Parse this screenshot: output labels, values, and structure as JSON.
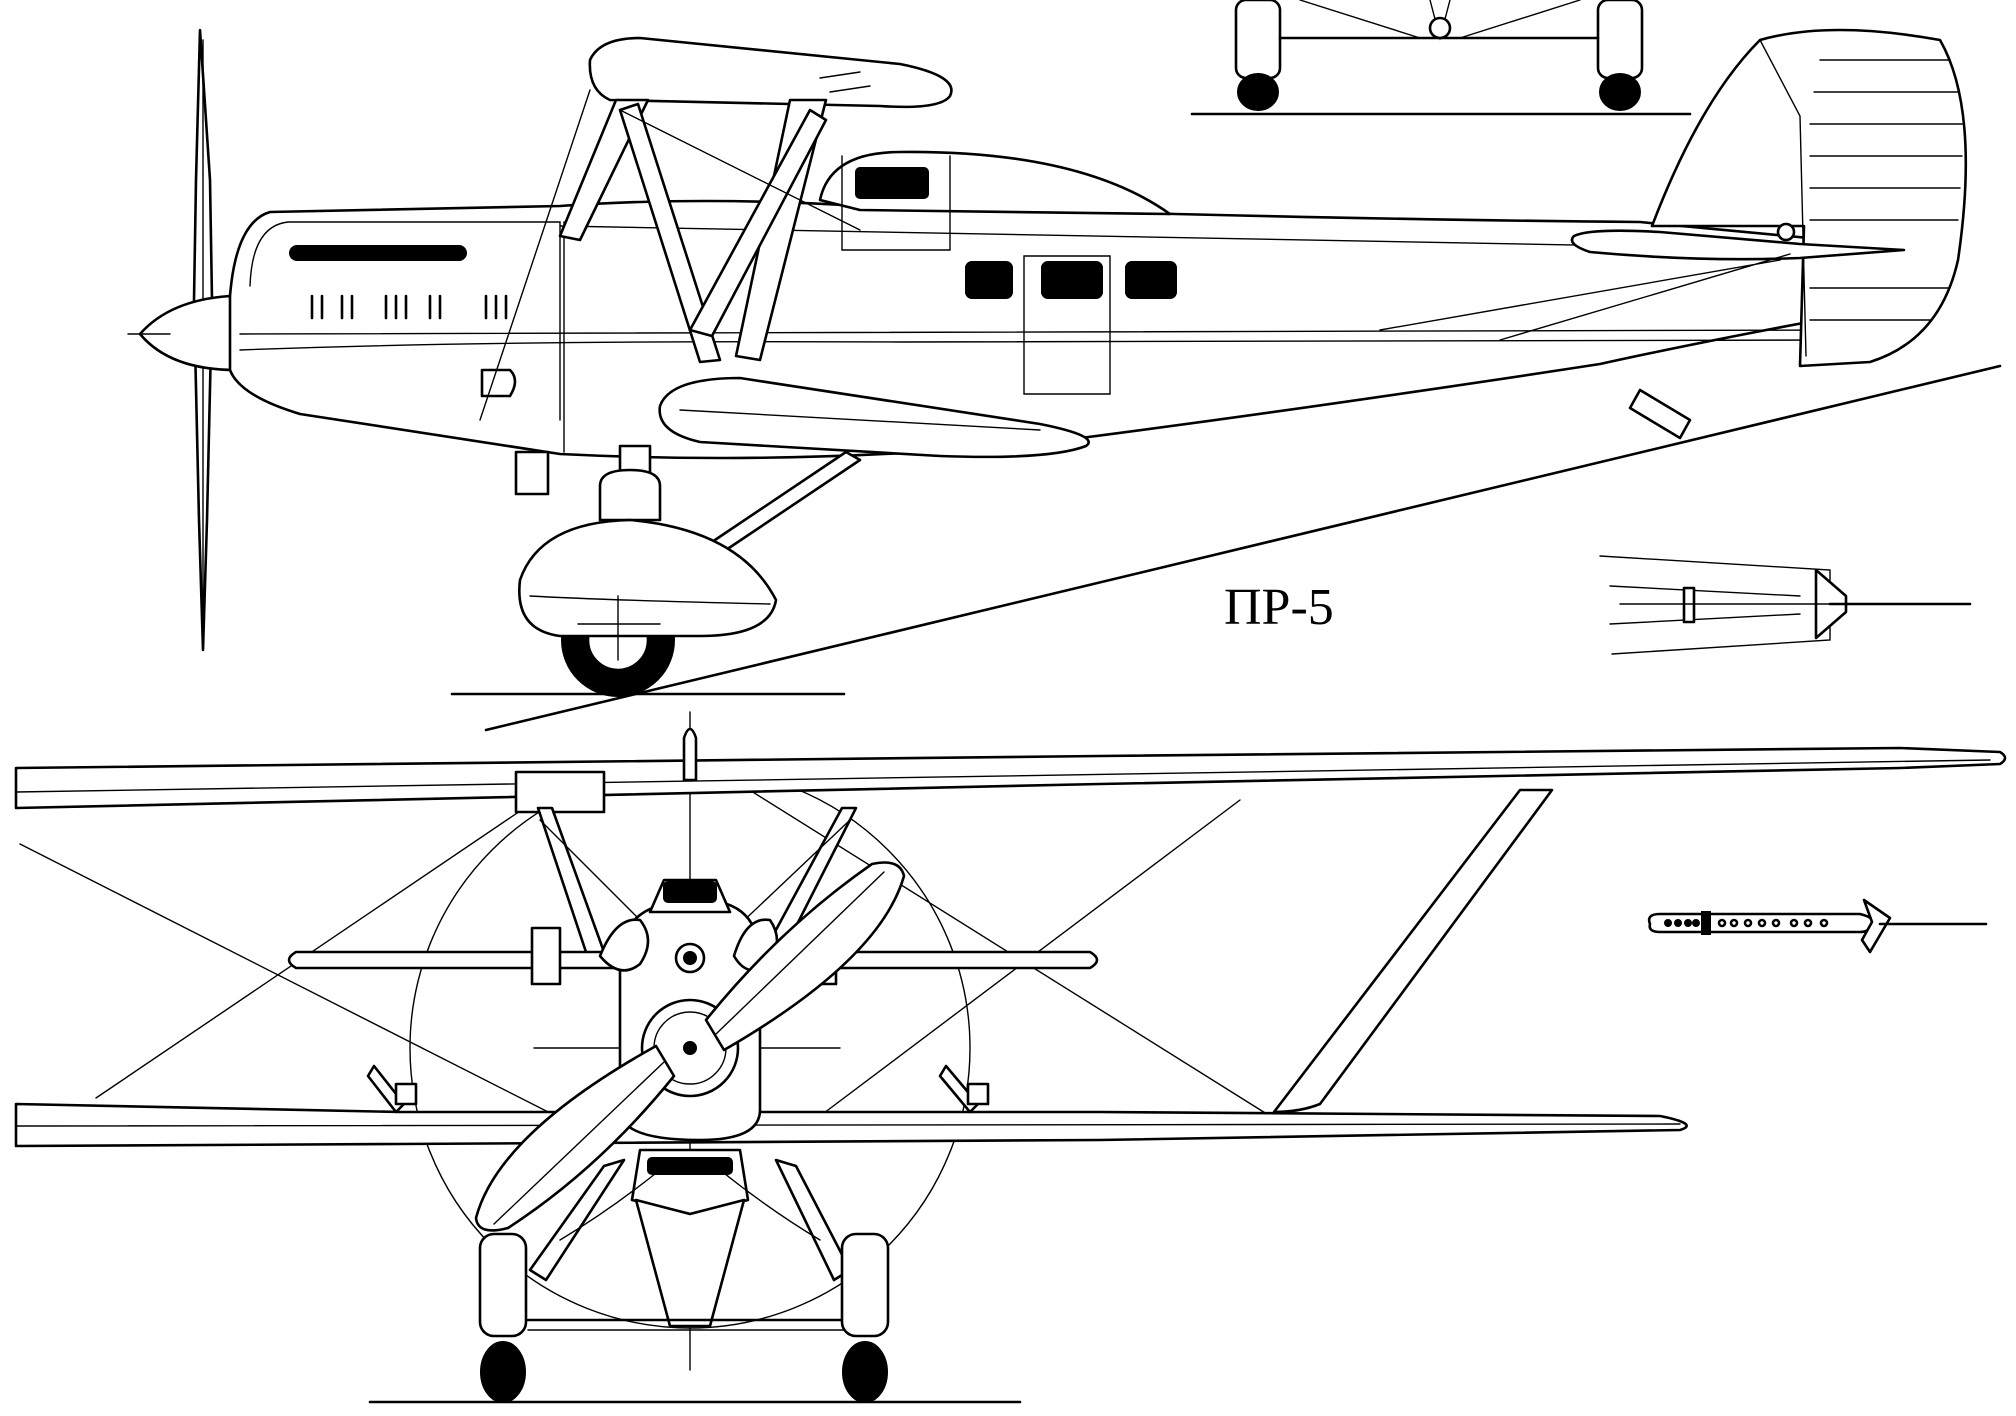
{
  "caption": "ПР-5",
  "views": [
    {
      "name": "side-view"
    },
    {
      "name": "front-view"
    },
    {
      "name": "top-view-partial"
    },
    {
      "name": "tail-detail"
    },
    {
      "name": "wing-tip-detail"
    }
  ],
  "line_color": "#000000",
  "background": "#ffffff"
}
